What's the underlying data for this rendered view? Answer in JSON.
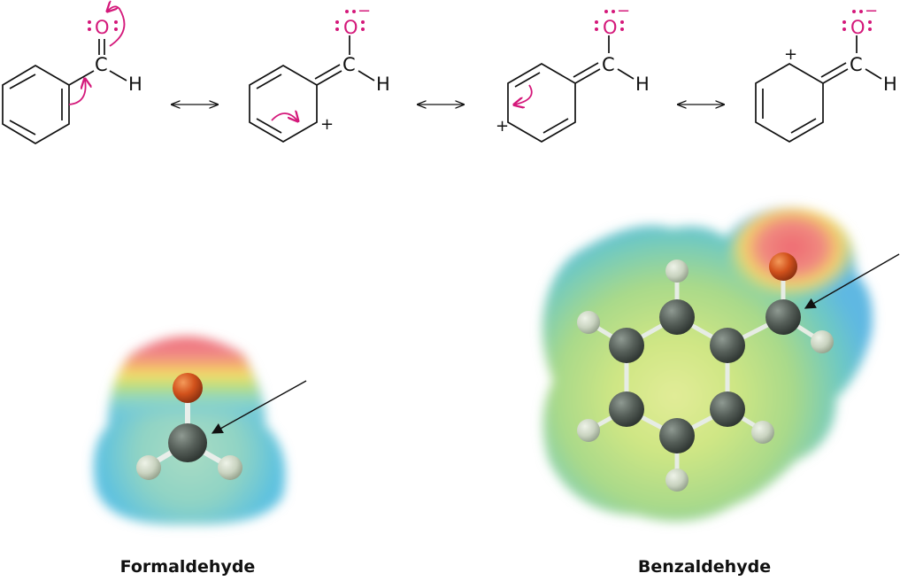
{
  "figure": {
    "colors": {
      "bond": "#111111",
      "lone_pair_and_arrows": "#d4187a",
      "oxygen_ball": "#d2521c",
      "carbon_ball": "#555e58",
      "hydrogen_ball": "#c9d3c0"
    },
    "resonance": {
      "structures": [
        {
          "atoms": {
            "oxygen": "O",
            "carbon": "C",
            "hydrogen": "H"
          },
          "charge_o": "",
          "ring_charge": ""
        },
        {
          "atoms": {
            "oxygen": "O",
            "carbon": "C",
            "hydrogen": "H"
          },
          "charge_o": "−",
          "ring_charge": "+"
        },
        {
          "atoms": {
            "oxygen": "O",
            "carbon": "C",
            "hydrogen": "H"
          },
          "charge_o": "−",
          "ring_charge": "+"
        },
        {
          "atoms": {
            "oxygen": "O",
            "carbon": "C",
            "hydrogen": "H"
          },
          "charge_o": "−",
          "ring_charge": "+"
        }
      ],
      "arrow_symbol": "resonance-double-arrow"
    },
    "models": {
      "formaldehyde": {
        "label": "Formaldehyde"
      },
      "benzaldehyde": {
        "label": "Benzaldehyde"
      }
    }
  }
}
